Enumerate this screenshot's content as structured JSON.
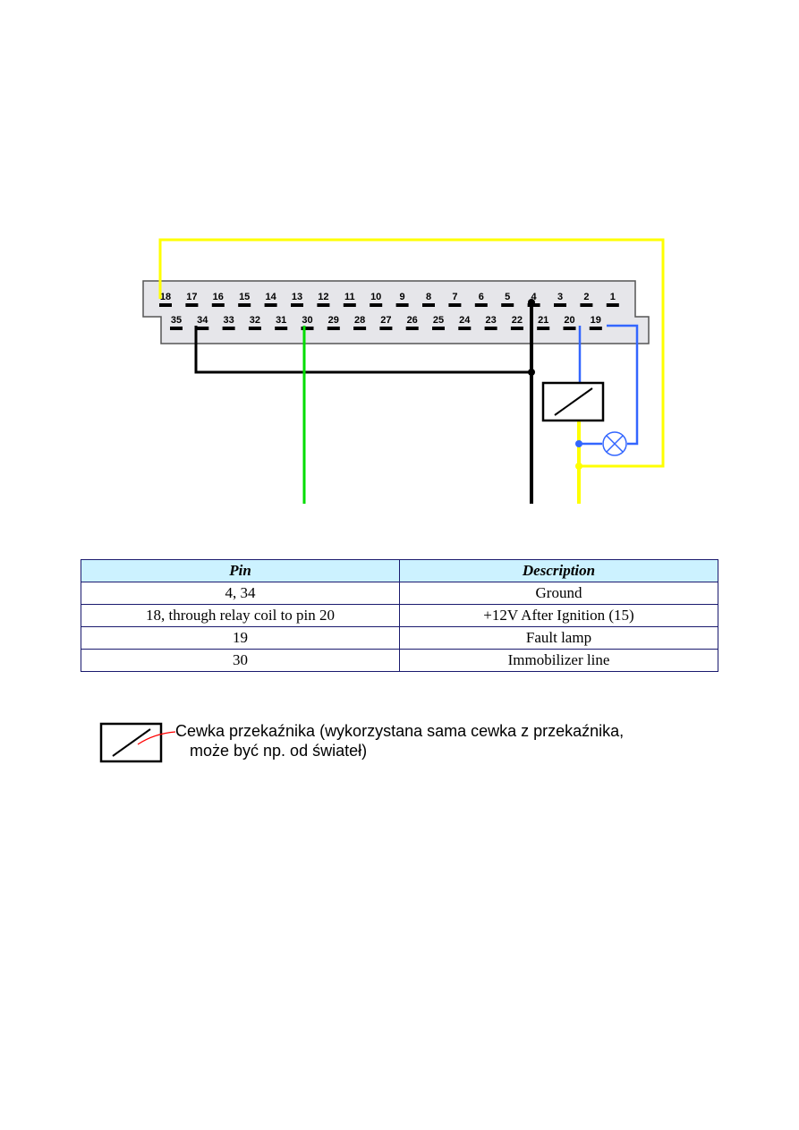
{
  "connector": {
    "top_row": [
      "18",
      "17",
      "16",
      "15",
      "14",
      "13",
      "12",
      "11",
      "10",
      "9",
      "8",
      "7",
      "6",
      "5",
      "4",
      "3",
      "2",
      "1"
    ],
    "bottom_row": [
      "35",
      "34",
      "33",
      "32",
      "31",
      "30",
      "29",
      "28",
      "27",
      "26",
      "25",
      "24",
      "23",
      "22",
      "21",
      "20",
      "19"
    ]
  },
  "colors": {
    "ignition_wire": "#ffff00",
    "ground_wire": "#000000",
    "immobilizer_wire": "#00dd00",
    "lamp_wire": "#3366ff",
    "connector_fill": "#e6e6ea",
    "table_header_bg": "#ccf2ff",
    "legend_pointer": "#ff0000"
  },
  "table": {
    "headers": [
      "Pin",
      "Description"
    ],
    "rows": [
      {
        "pin": "4, 34",
        "description": "Ground"
      },
      {
        "pin": "18, through relay coil to pin 20",
        "description": "+12V After Ignition (15)"
      },
      {
        "pin": "19",
        "description": "Fault lamp"
      },
      {
        "pin": "30",
        "description": "Immobilizer line"
      }
    ]
  },
  "legend": {
    "line1": "Cewka przekaźnika (wykorzystana sama cewka z przekaźnika,",
    "line2": "może być np. od świateł)"
  }
}
